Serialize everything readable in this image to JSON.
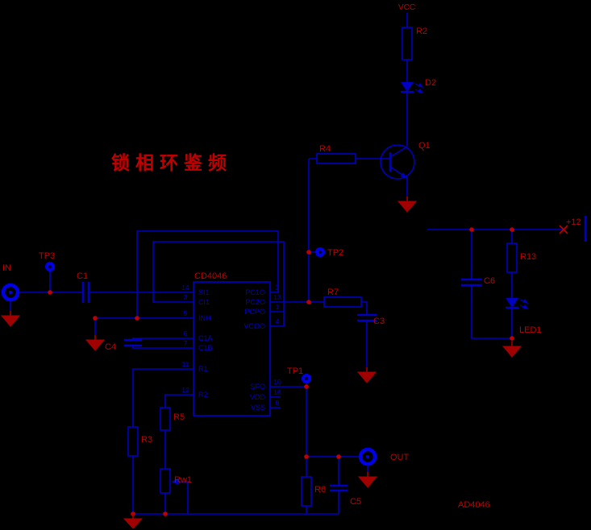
{
  "title": "锁相环鉴频",
  "annotation": "AD4046",
  "colors": {
    "background": "#000000",
    "wire": "#0000C0",
    "label": "#C00000",
    "pad": "#0000E8",
    "ground": "#A00000"
  },
  "power": {
    "vcc": "VCC",
    "rail": "+12"
  },
  "connectors": {
    "in": "IN",
    "out": "OUT"
  },
  "test_points": {
    "tp1": "TP1",
    "tp2": "TP2",
    "tp3": "TP3"
  },
  "components": {
    "r2": "R2",
    "d2": "D2",
    "q1": "Q1",
    "r4": "R4",
    "r7": "R7",
    "c3": "C3",
    "c6": "C6",
    "r13": "R13",
    "led1": "LED1",
    "c1": "C1",
    "c4": "C4",
    "r3": "R3",
    "r5": "R5",
    "rw1": "Rw1",
    "r6": "R6",
    "c5": "C5"
  },
  "ic": {
    "designator": "CD4046",
    "left_pins": [
      {
        "num": "14",
        "name": "SI1"
      },
      {
        "num": "3",
        "name": "CI1"
      },
      {
        "num": "5",
        "name": "INH"
      },
      {
        "num": "6",
        "name": "C1A"
      },
      {
        "num": "7",
        "name": "C1B"
      },
      {
        "num": "11",
        "name": "R1"
      },
      {
        "num": "12",
        "name": "R2"
      }
    ],
    "right_pins": [
      {
        "num": "2",
        "name": "PC1O"
      },
      {
        "num": "13",
        "name": "PC2O"
      },
      {
        "num": "1",
        "name": "PCPO"
      },
      {
        "num": "4",
        "name": "VCOO"
      },
      {
        "num": "10",
        "name": "SFO"
      },
      {
        "num": "16",
        "name": "VDD"
      },
      {
        "num": "8",
        "name": "VSS"
      }
    ]
  }
}
